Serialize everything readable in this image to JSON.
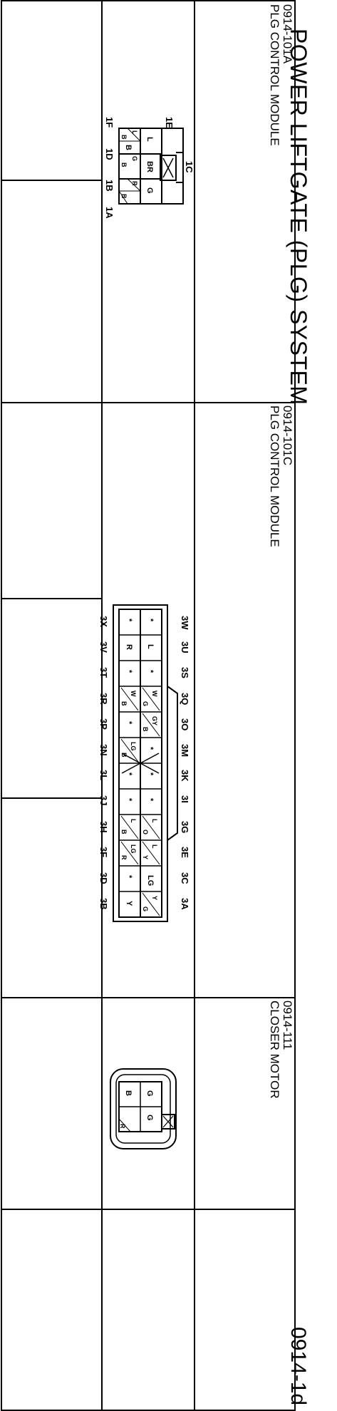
{
  "header": {
    "title": "POWER LIFTGATE (PLG) SYSTEM",
    "page_id": "0914-1d"
  },
  "connectors": [
    {
      "code": "0914-101A",
      "name": "PLG CONTROL MODULE",
      "pins": {
        "1C": "1C",
        "1E": "1E",
        "1A": "1A",
        "1F": "1F",
        "1D": "1D",
        "1B": "1B"
      },
      "wires": {
        "r1c1": "L",
        "r1c2": "BR",
        "r1c3": "G",
        "r2c1": "L",
        "r2c1b": "B",
        "r2c2": "B",
        "r2c3": "G",
        "r2c3b": "B",
        "r2c4": "R",
        "r2c4b": "B"
      }
    },
    {
      "code": "0914-101C",
      "name": "PLG CONTROL MODULE",
      "top_pins": [
        "3W",
        "3U",
        "3S",
        "3Q",
        "3O",
        "3M",
        "3K",
        "3I",
        "3G",
        "3E",
        "3C",
        "3A"
      ],
      "bottom_pins": [
        "3X",
        "3V",
        "3T",
        "3R",
        "3P",
        "3N",
        "3L",
        "3J",
        "3H",
        "3F",
        "3D",
        "3B"
      ],
      "top_row": [
        "*",
        "L",
        "*",
        "W",
        "GY",
        "*",
        "*",
        "*",
        "L",
        "L",
        "LG",
        "Y"
      ],
      "top_row_sub": [
        "",
        "",
        "",
        "G",
        "B",
        "",
        "",
        "",
        "O",
        "Y",
        "",
        "G"
      ],
      "bottom_row": [
        "*",
        "R",
        "*",
        "W",
        "*",
        "LG",
        "*",
        "*",
        "L",
        "LG",
        "*",
        "Y"
      ],
      "bottom_row_sub": [
        "",
        "",
        "",
        "B",
        "",
        "B",
        "",
        "",
        "B",
        "R",
        "",
        ""
      ]
    },
    {
      "code": "0914-111",
      "name": "CLOSER MOTOR",
      "wires": {
        "a": "G",
        "b": "B",
        "c": "G",
        "d": "R"
      }
    }
  ]
}
